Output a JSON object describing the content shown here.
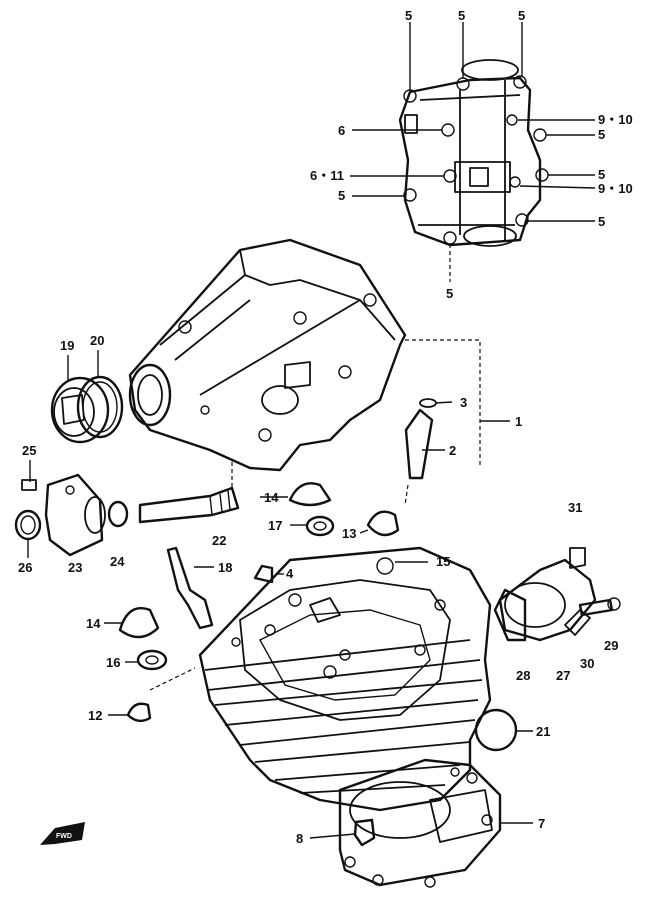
{
  "callouts": [
    {
      "id": "c-5a",
      "text": "5"
    },
    {
      "id": "c-5b",
      "text": "5"
    },
    {
      "id": "c-5c",
      "text": "5"
    },
    {
      "id": "c-910a",
      "text": "9・10"
    },
    {
      "id": "c-6",
      "text": "6"
    },
    {
      "id": "c-5d",
      "text": "5"
    },
    {
      "id": "c-611",
      "text": "6・11"
    },
    {
      "id": "c-5e",
      "text": "5"
    },
    {
      "id": "c-5f",
      "text": "5"
    },
    {
      "id": "c-910b",
      "text": "9・10"
    },
    {
      "id": "c-5g",
      "text": "5"
    },
    {
      "id": "c-5h",
      "text": "5"
    },
    {
      "id": "c-19",
      "text": "19"
    },
    {
      "id": "c-20",
      "text": "20"
    },
    {
      "id": "c-3",
      "text": "3"
    },
    {
      "id": "c-1",
      "text": "1"
    },
    {
      "id": "c-2",
      "text": "2"
    },
    {
      "id": "c-25",
      "text": "25"
    },
    {
      "id": "c-14a",
      "text": "14"
    },
    {
      "id": "c-31",
      "text": "31"
    },
    {
      "id": "c-17",
      "text": "17"
    },
    {
      "id": "c-13",
      "text": "13"
    },
    {
      "id": "c-22",
      "text": "22"
    },
    {
      "id": "c-26",
      "text": "26"
    },
    {
      "id": "c-23",
      "text": "23"
    },
    {
      "id": "c-24",
      "text": "24"
    },
    {
      "id": "c-18",
      "text": "18"
    },
    {
      "id": "c-4",
      "text": "4"
    },
    {
      "id": "c-15",
      "text": "15"
    },
    {
      "id": "c-14b",
      "text": "14"
    },
    {
      "id": "c-16",
      "text": "16"
    },
    {
      "id": "c-29",
      "text": "29"
    },
    {
      "id": "c-28",
      "text": "28"
    },
    {
      "id": "c-27",
      "text": "27"
    },
    {
      "id": "c-30",
      "text": "30"
    },
    {
      "id": "c-12",
      "text": "12"
    },
    {
      "id": "c-21",
      "text": "21"
    },
    {
      "id": "c-7",
      "text": "7"
    },
    {
      "id": "c-8",
      "text": "8"
    }
  ],
  "fwd_marker": "FWD",
  "colors": {
    "ink": "#111111",
    "paper": "#ffffff"
  }
}
